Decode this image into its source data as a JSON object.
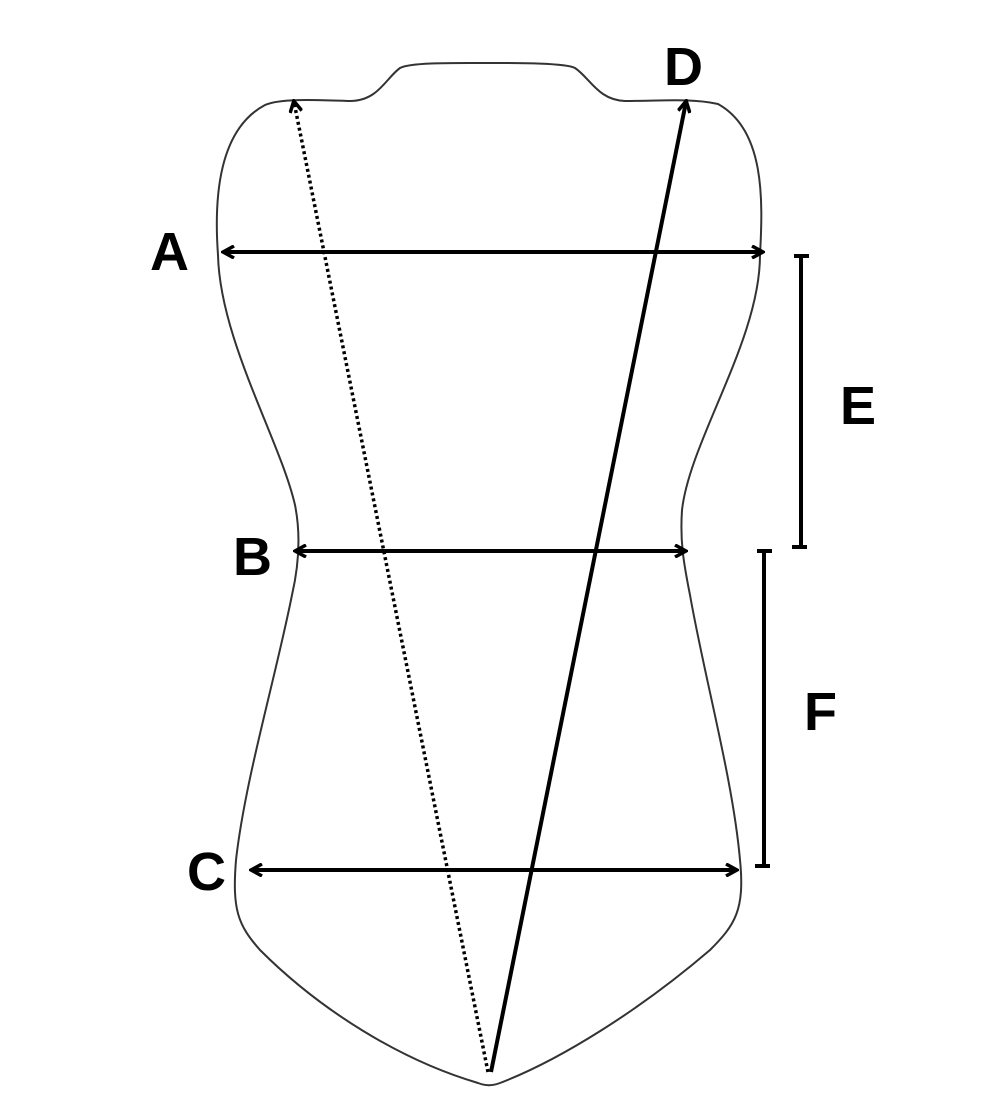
{
  "labels": {
    "a": "A",
    "b": "B",
    "c": "C",
    "d": "D",
    "e": "E",
    "f": "F"
  },
  "colors": {
    "line": "#000000",
    "outline": "#333333",
    "background": "#ffffff"
  }
}
